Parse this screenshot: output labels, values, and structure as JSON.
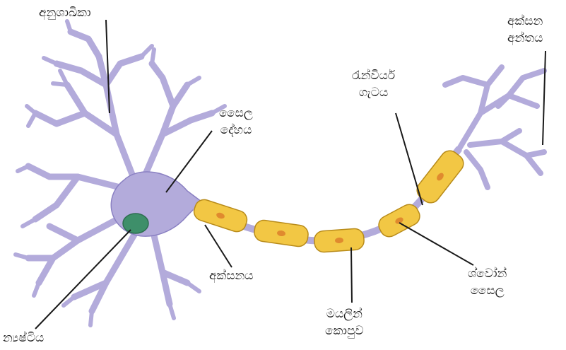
{
  "labels": {
    "dendrites": "අනුශාඛිකා",
    "axon_terminal": [
      "අක්සන",
      "අන්තය"
    ],
    "node_of_ranvier": [
      "රැන්වියර්",
      "ගැටය"
    ],
    "cell_body": [
      "සෛල",
      "දේහය"
    ],
    "axon": "අක්සනය",
    "schwann_cell": [
      "ශ්වෝන්",
      "සෛල"
    ],
    "myelin_sheath": [
      "මයලින්",
      "කොපුව"
    ],
    "nucleus": "න්‍යෂ්ටිය"
  },
  "colors": {
    "neuron_fill": "#b3abdb",
    "neuron_stroke": "#8a80c2",
    "myelin_fill": "#f2c744",
    "myelin_stroke": "#b88b1a",
    "myelin_dot": "#e08a2e",
    "nucleus_fill": "#3e8f6a",
    "leader_line": "#1a1a1a"
  }
}
